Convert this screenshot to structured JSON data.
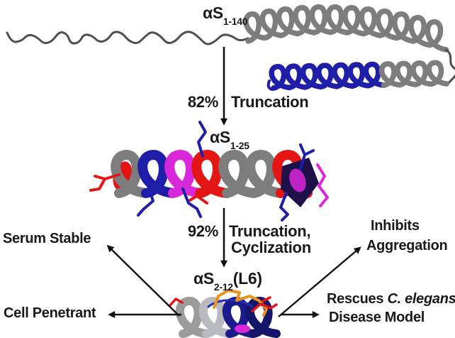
{
  "colors": {
    "bg": "#ffffff",
    "text": "#1a1a1a",
    "arrow": "#111111",
    "coil": "#4f4f4f",
    "gray": "#7d7d7d",
    "gray_mid": "#9b9b9b",
    "gray_light": "#b9b9c0",
    "blue": "#1e1ea8",
    "navy": "#1b1b8e",
    "navy_dark": "#15156a",
    "cluster_dark": "#201048",
    "magenta": "#d928d9",
    "red": "#e31515",
    "orange": "#e8931c"
  },
  "structures": {
    "full": {
      "label_prefix": "αS",
      "label_sub": "1-140"
    },
    "mid": {
      "label_prefix": "αS",
      "label_sub": "1-25"
    },
    "small": {
      "label_prefix": "αS",
      "label_sub": "2-12",
      "label_suffix": "(L6)"
    }
  },
  "steps": {
    "step1": {
      "percent": "82%",
      "action": "Truncation"
    },
    "step2": {
      "percent": "92%",
      "action_line1": "Truncation,",
      "action_line2": "Cyclization"
    }
  },
  "outcomes": {
    "serum_stable": "Serum Stable",
    "cell_penetrant": "Cell Penetrant",
    "inhibits_line1": "Inhibits",
    "inhibits_line2": "Aggregation",
    "rescues_prefix": "Rescues ",
    "rescues_italic": "C. elegans",
    "rescues_line2": "Disease Model"
  }
}
